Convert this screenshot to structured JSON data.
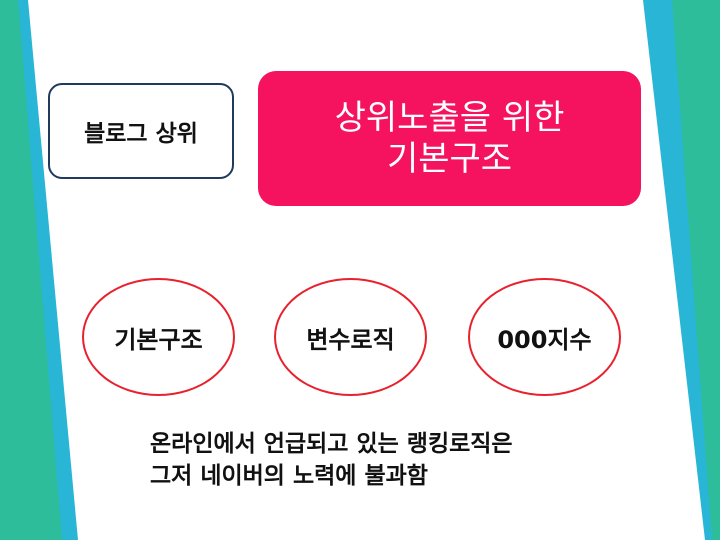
{
  "small_box": {
    "label": "블로그 상위"
  },
  "title": {
    "line1": "상위노출을 위한",
    "line2": "기본구조"
  },
  "circles": [
    {
      "label": "기본구조"
    },
    {
      "label": "변수로직"
    },
    {
      "label": "000지수"
    }
  ],
  "caption": {
    "line1": "온라인에서 언급되고 있는 랭킹로직은",
    "line2": "그저 네이버의 노력에 불과함"
  },
  "colors": {
    "teal": "#2ebd9b",
    "cyan": "#29b6d6",
    "accent_pink": "#f5125e",
    "circle_border": "#e8212e",
    "box_border": "#1f3a5c"
  }
}
